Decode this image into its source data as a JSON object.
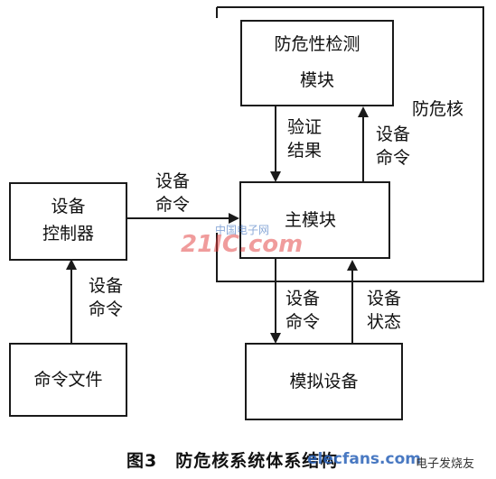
{
  "diagram": {
    "nodes": {
      "detect": {
        "line1": "防危性检测",
        "line2": "模块"
      },
      "controller": {
        "line1": "设备",
        "line2": "控制器"
      },
      "main": {
        "label": "主模块"
      },
      "cmdfile": {
        "label": "命令文件"
      },
      "simdev": {
        "label": "模拟设备"
      }
    },
    "container_label": "防危核",
    "edges": {
      "verify": {
        "line1": "验证",
        "line2": "结果"
      },
      "cmd_up": {
        "line1": "设备",
        "line2": "命令"
      },
      "ctrl_to_main": {
        "line1": "设备",
        "line2": "命令"
      },
      "file_to_ctrl": {
        "line1": "设备",
        "line2": "命令"
      },
      "main_to_sim": {
        "line1": "设备",
        "line2": "命令"
      },
      "sim_to_main": {
        "line1": "设备",
        "line2": "状态"
      }
    },
    "caption": "图3　防危核系统体系结构"
  },
  "watermarks": {
    "center_top": "中国电子网",
    "center_main": "21IC.com",
    "bottom_brand": "elecfans.com",
    "bottom_cn": "电子发烧友"
  },
  "colors": {
    "line": "#1a1a1a",
    "watermark_red": "#e23b3b",
    "watermark_blue": "#2a62b8"
  }
}
